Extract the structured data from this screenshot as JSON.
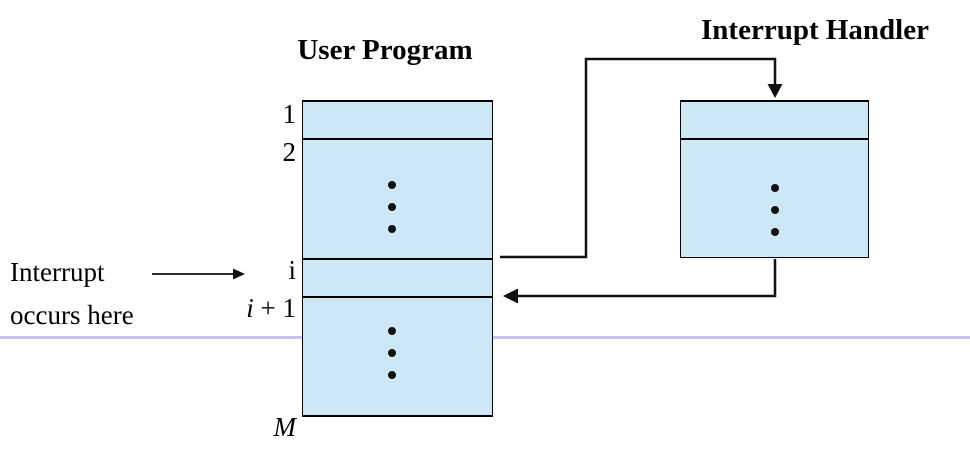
{
  "titles": {
    "user_program": "User Program",
    "interrupt_handler": "Interrupt Handler"
  },
  "annotation": {
    "line1": "Interrupt",
    "line2": "occurs here"
  },
  "row_labels": {
    "first": "1",
    "second": "2",
    "i": "i",
    "i_plus_one_italic": "i",
    "i_plus_one_plain": " + 1",
    "last": "M"
  },
  "icons": {
    "vertical_ellipsis": "three stacked dots indicating omitted instructions"
  },
  "colors": {
    "box_fill": "#cde7f6",
    "box_border": "#000000",
    "arrow": "#111111",
    "accent_rule": "#c8c2e8",
    "background": "#ffffff",
    "text": "#000000"
  }
}
